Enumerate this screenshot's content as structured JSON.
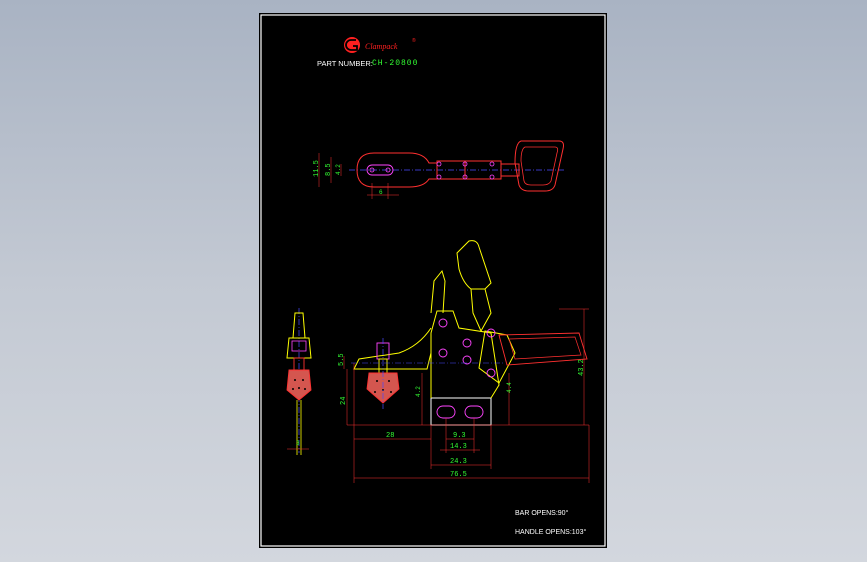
{
  "logo": {
    "brand": "Clampack",
    "reg_mark": "®"
  },
  "part_number": {
    "label": "PART NUMBER:",
    "value": "CH-20800"
  },
  "dims": {
    "top_height": "11.5",
    "top_eye": "8.5",
    "top_slot": "4.2",
    "top_width": "6",
    "left_height": "5.5",
    "spindle_height": "24",
    "spindle_offset": "4.2",
    "base_hole": "4.4",
    "total_height": "43.2",
    "dist_28": "28",
    "hole_93": "9.3",
    "hole_143": "14.3",
    "hole_243": "24.3",
    "total_length": "76.5",
    "side_width": "3"
  },
  "notes": {
    "bar_opens": "BAR OPENS:90°",
    "handle_opens": "HANDLE OPENS:103°"
  },
  "colors": {
    "background": "#a9b3c3",
    "sheet": "#000000",
    "frame": "#ffffff",
    "outline_red": "#ff3030",
    "body_yellow": "#ffff00",
    "centerline_blue": "#4a4aff",
    "hole_magenta": "#ff44ff",
    "rubber_red": "#d4564f",
    "dimension_green": "#33ff33"
  }
}
